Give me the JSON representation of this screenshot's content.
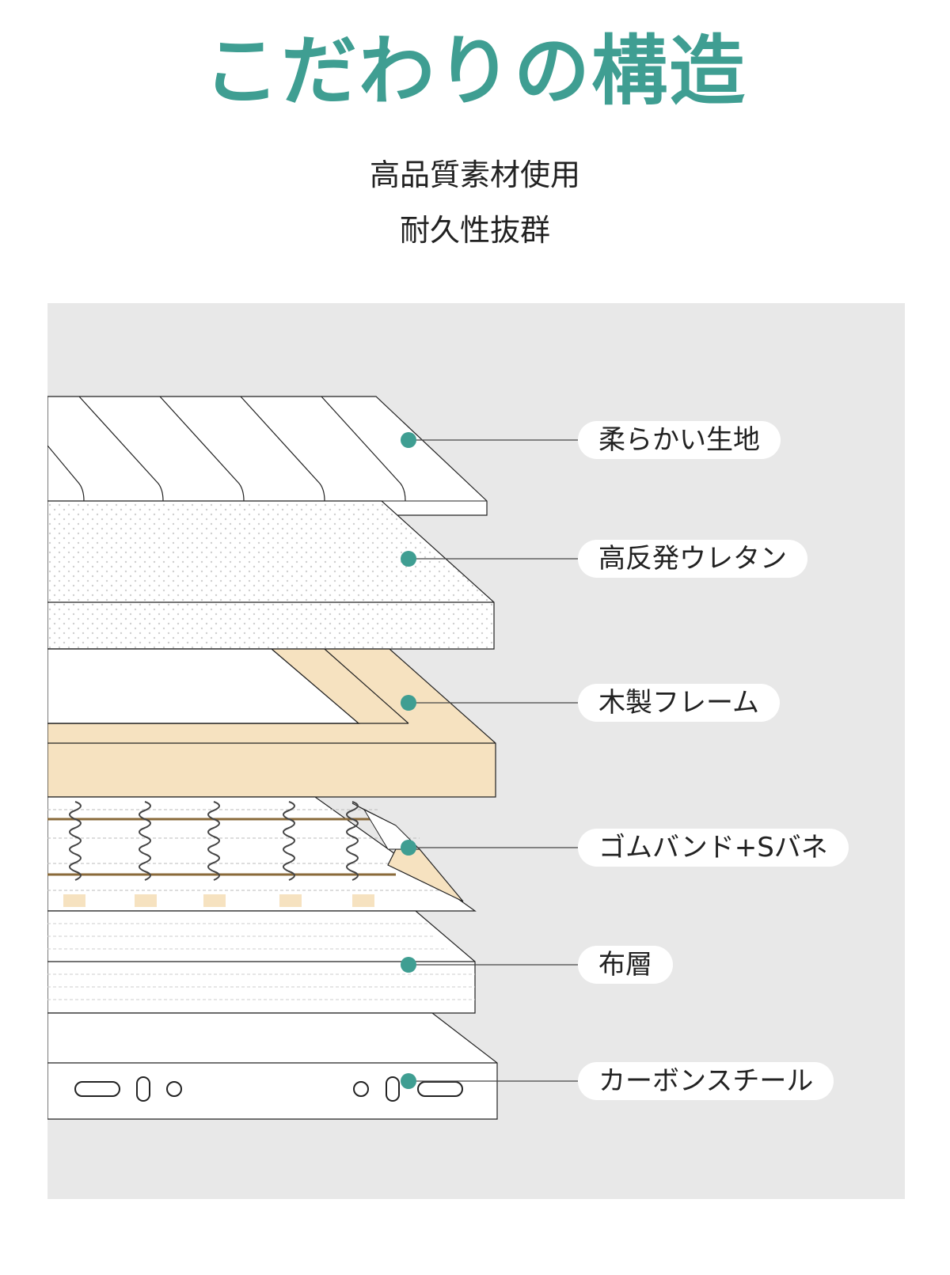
{
  "title": "こだわりの構造",
  "subtitle_lines": [
    "高品質素材使用",
    "耐久性抜群"
  ],
  "layers": [
    {
      "label": "柔らかい生地"
    },
    {
      "label": "高反発ウレタン"
    },
    {
      "label": "木製フレーム"
    },
    {
      "label": "ゴムバンド+Sバネ"
    },
    {
      "label": "布層"
    },
    {
      "label": "カーボンスチール"
    }
  ],
  "colors": {
    "accent": "#3f9e92",
    "panel_bg": "#e8e8e8",
    "wood": "#f6e2c0",
    "label_text": "#222222"
  }
}
